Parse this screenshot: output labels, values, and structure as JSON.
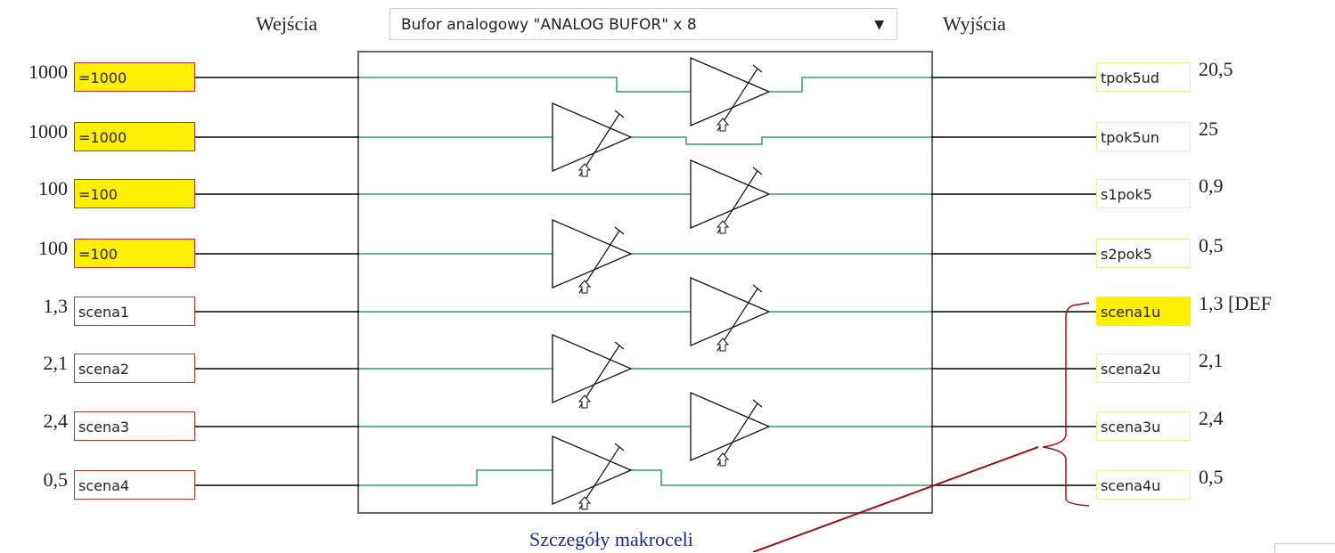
{
  "header": {
    "inputs_label": "Wejścia",
    "outputs_label": "Wyjścia",
    "macro_select": "Bufor analogowy \"ANALOG BUFOR\" x 8"
  },
  "inputs": [
    {
      "value": "1000",
      "field": "=1000",
      "constant": true
    },
    {
      "value": "1000",
      "field": "=1000",
      "constant": true
    },
    {
      "value": "100",
      "field": "=100",
      "constant": true
    },
    {
      "value": "100",
      "field": "=100",
      "constant": true
    },
    {
      "value": "1,3",
      "field": "scena1",
      "constant": false
    },
    {
      "value": "2,1",
      "field": "scena2",
      "constant": false
    },
    {
      "value": "2,4",
      "field": "scena3",
      "constant": false
    },
    {
      "value": "0,5",
      "field": "scena4",
      "constant": false
    }
  ],
  "outputs": [
    {
      "field": "tpok5ud",
      "value": "20,5",
      "highlighted": false
    },
    {
      "field": "tpok5un",
      "value": "25",
      "highlighted": false
    },
    {
      "field": "s1pok5",
      "value": "0,9",
      "highlighted": false
    },
    {
      "field": "s2pok5",
      "value": "0,5",
      "highlighted": false
    },
    {
      "field": "scena1u",
      "value": "1,3 [DEF",
      "highlighted": true
    },
    {
      "field": "scena2u",
      "value": "2,1",
      "highlighted": false
    },
    {
      "field": "scena3u",
      "value": "2,4",
      "highlighted": false
    },
    {
      "field": "scena4u",
      "value": "0,5",
      "highlighted": false
    }
  ],
  "footer_link": "Szczegóły makroceli",
  "colors": {
    "constant_fill": "#ffef00",
    "wire_inside": "#2e9e6e",
    "wire_outside": "#000000",
    "annotation": "#a01010",
    "footer_link": "#1e2a8c"
  }
}
